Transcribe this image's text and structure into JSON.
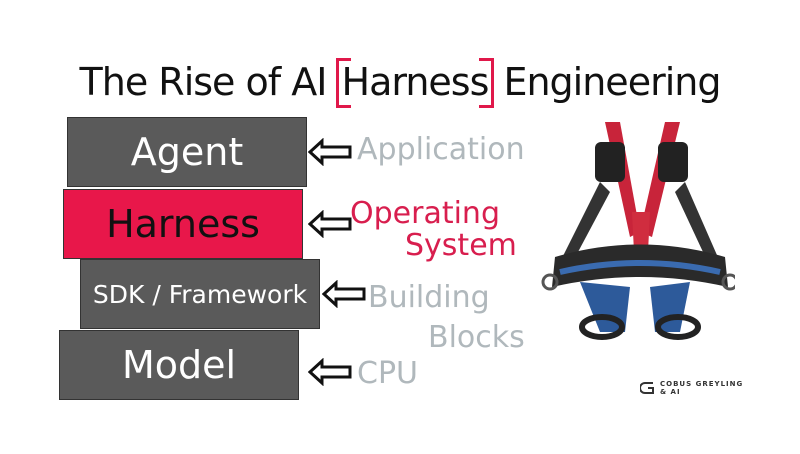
{
  "title": {
    "before": "The Rise of AI ",
    "highlight": "Harness",
    "after": " Engineering"
  },
  "layers": [
    {
      "label": "Agent",
      "role": "Application",
      "color": "#5a5a5a"
    },
    {
      "label": "Harness",
      "role": "Operating System",
      "role_line1": "Operating",
      "role_line2": "System",
      "color": "#e8174a"
    },
    {
      "label": "SDK / Framework",
      "role_line1": "Building",
      "role_line2": "Blocks",
      "color": "#5a5a5a"
    },
    {
      "label": "Model",
      "role": "CPU",
      "color": "#5a5a5a"
    }
  ],
  "colors": {
    "accent": "#e0184a",
    "role_text": "#b0b8bc",
    "box": "#5a5a5a"
  },
  "logo": {
    "line1": "COBUS GREYLING",
    "line2": "& AI"
  }
}
